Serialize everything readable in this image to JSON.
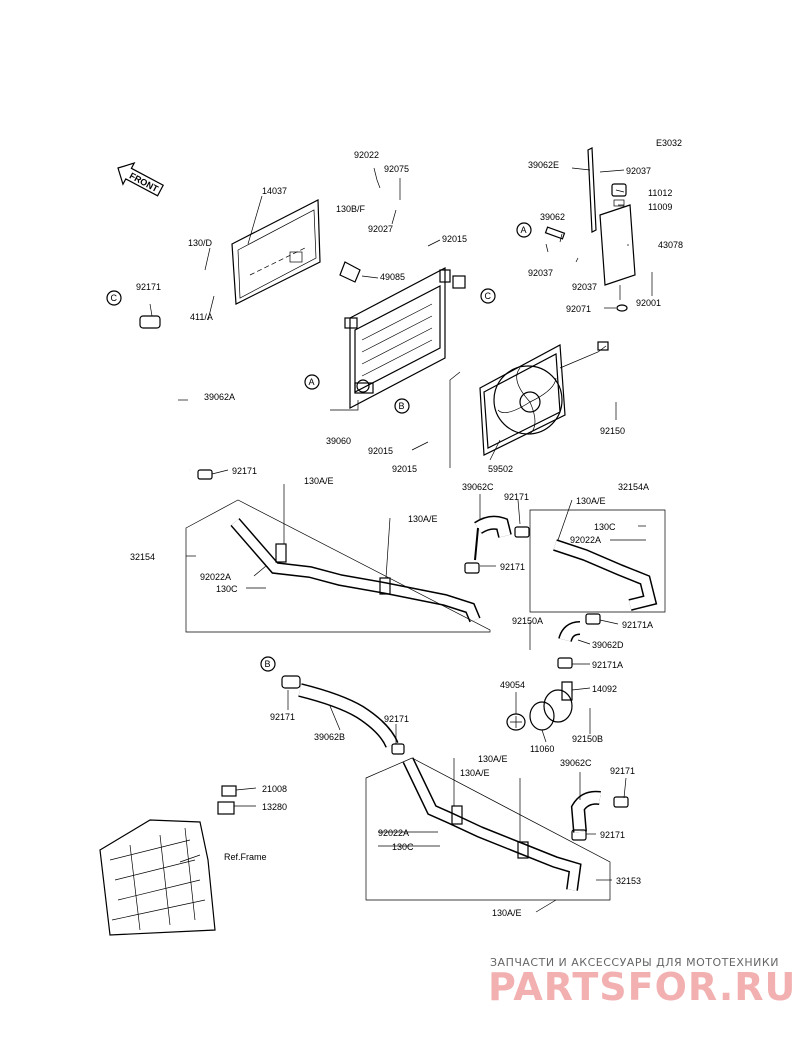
{
  "diagram_code": "E3032",
  "front_label": "FRONT",
  "ref_frame": "Ref.Frame",
  "circle_refs": [
    "A",
    "B",
    "C"
  ],
  "watermark": {
    "line1": "ЗАПЧАСТИ И АКСЕССУАРЫ ДЛЯ МОТОТЕХНИКИ",
    "logo": "PARTSFOR.RU"
  },
  "labels": [
    {
      "id": "p1",
      "text": "14037"
    },
    {
      "id": "p2",
      "text": "92022"
    },
    {
      "id": "p3",
      "text": "92075"
    },
    {
      "id": "p4",
      "text": "130B/F"
    },
    {
      "id": "p5",
      "text": "92027"
    },
    {
      "id": "p6",
      "text": "130/D"
    },
    {
      "id": "p7",
      "text": "92015"
    },
    {
      "id": "p8",
      "text": "49085"
    },
    {
      "id": "p9",
      "text": "411/A"
    },
    {
      "id": "p10",
      "text": "92171"
    },
    {
      "id": "p11",
      "text": "39062A"
    },
    {
      "id": "p12",
      "text": "39060"
    },
    {
      "id": "p13",
      "text": "92015"
    },
    {
      "id": "p14",
      "text": "92015"
    },
    {
      "id": "p15",
      "text": "59502"
    },
    {
      "id": "p16",
      "text": "39062E"
    },
    {
      "id": "p17",
      "text": "92037"
    },
    {
      "id": "p18",
      "text": "11012"
    },
    {
      "id": "p19",
      "text": "11009"
    },
    {
      "id": "p20",
      "text": "39062"
    },
    {
      "id": "p21",
      "text": "43078"
    },
    {
      "id": "p22",
      "text": "92037"
    },
    {
      "id": "p23",
      "text": "92037"
    },
    {
      "id": "p24",
      "text": "92001"
    },
    {
      "id": "p25",
      "text": "92071"
    },
    {
      "id": "p26",
      "text": "92150"
    },
    {
      "id": "p27",
      "text": "92171"
    },
    {
      "id": "p28",
      "text": "130A/E"
    },
    {
      "id": "p29",
      "text": "130A/E"
    },
    {
      "id": "p30",
      "text": "32154"
    },
    {
      "id": "p31",
      "text": "92022A"
    },
    {
      "id": "p32",
      "text": "130C"
    },
    {
      "id": "p33",
      "text": "39062C"
    },
    {
      "id": "p34",
      "text": "92171"
    },
    {
      "id": "p35",
      "text": "130A/E"
    },
    {
      "id": "p36",
      "text": "32154A"
    },
    {
      "id": "p37",
      "text": "130C"
    },
    {
      "id": "p38",
      "text": "92022A"
    },
    {
      "id": "p39",
      "text": "92171"
    },
    {
      "id": "p40",
      "text": "92171A"
    },
    {
      "id": "p41",
      "text": "92150A"
    },
    {
      "id": "p42",
      "text": "39062D"
    },
    {
      "id": "p43",
      "text": "92171A"
    },
    {
      "id": "p44",
      "text": "49054"
    },
    {
      "id": "p45",
      "text": "14092"
    },
    {
      "id": "p46",
      "text": "11060"
    },
    {
      "id": "p47",
      "text": "92150B"
    },
    {
      "id": "p48",
      "text": "92171"
    },
    {
      "id": "p49",
      "text": "39062B"
    },
    {
      "id": "p50",
      "text": "92171"
    },
    {
      "id": "p51",
      "text": "130A/E"
    },
    {
      "id": "p52",
      "text": "130A/E"
    },
    {
      "id": "p53",
      "text": "39062C"
    },
    {
      "id": "p54",
      "text": "92171"
    },
    {
      "id": "p55",
      "text": "21008"
    },
    {
      "id": "p56",
      "text": "13280"
    },
    {
      "id": "p57",
      "text": "92022A"
    },
    {
      "id": "p58",
      "text": "130C"
    },
    {
      "id": "p59",
      "text": "92171"
    },
    {
      "id": "p60",
      "text": "32153"
    },
    {
      "id": "p61",
      "text": "130A/E"
    }
  ]
}
